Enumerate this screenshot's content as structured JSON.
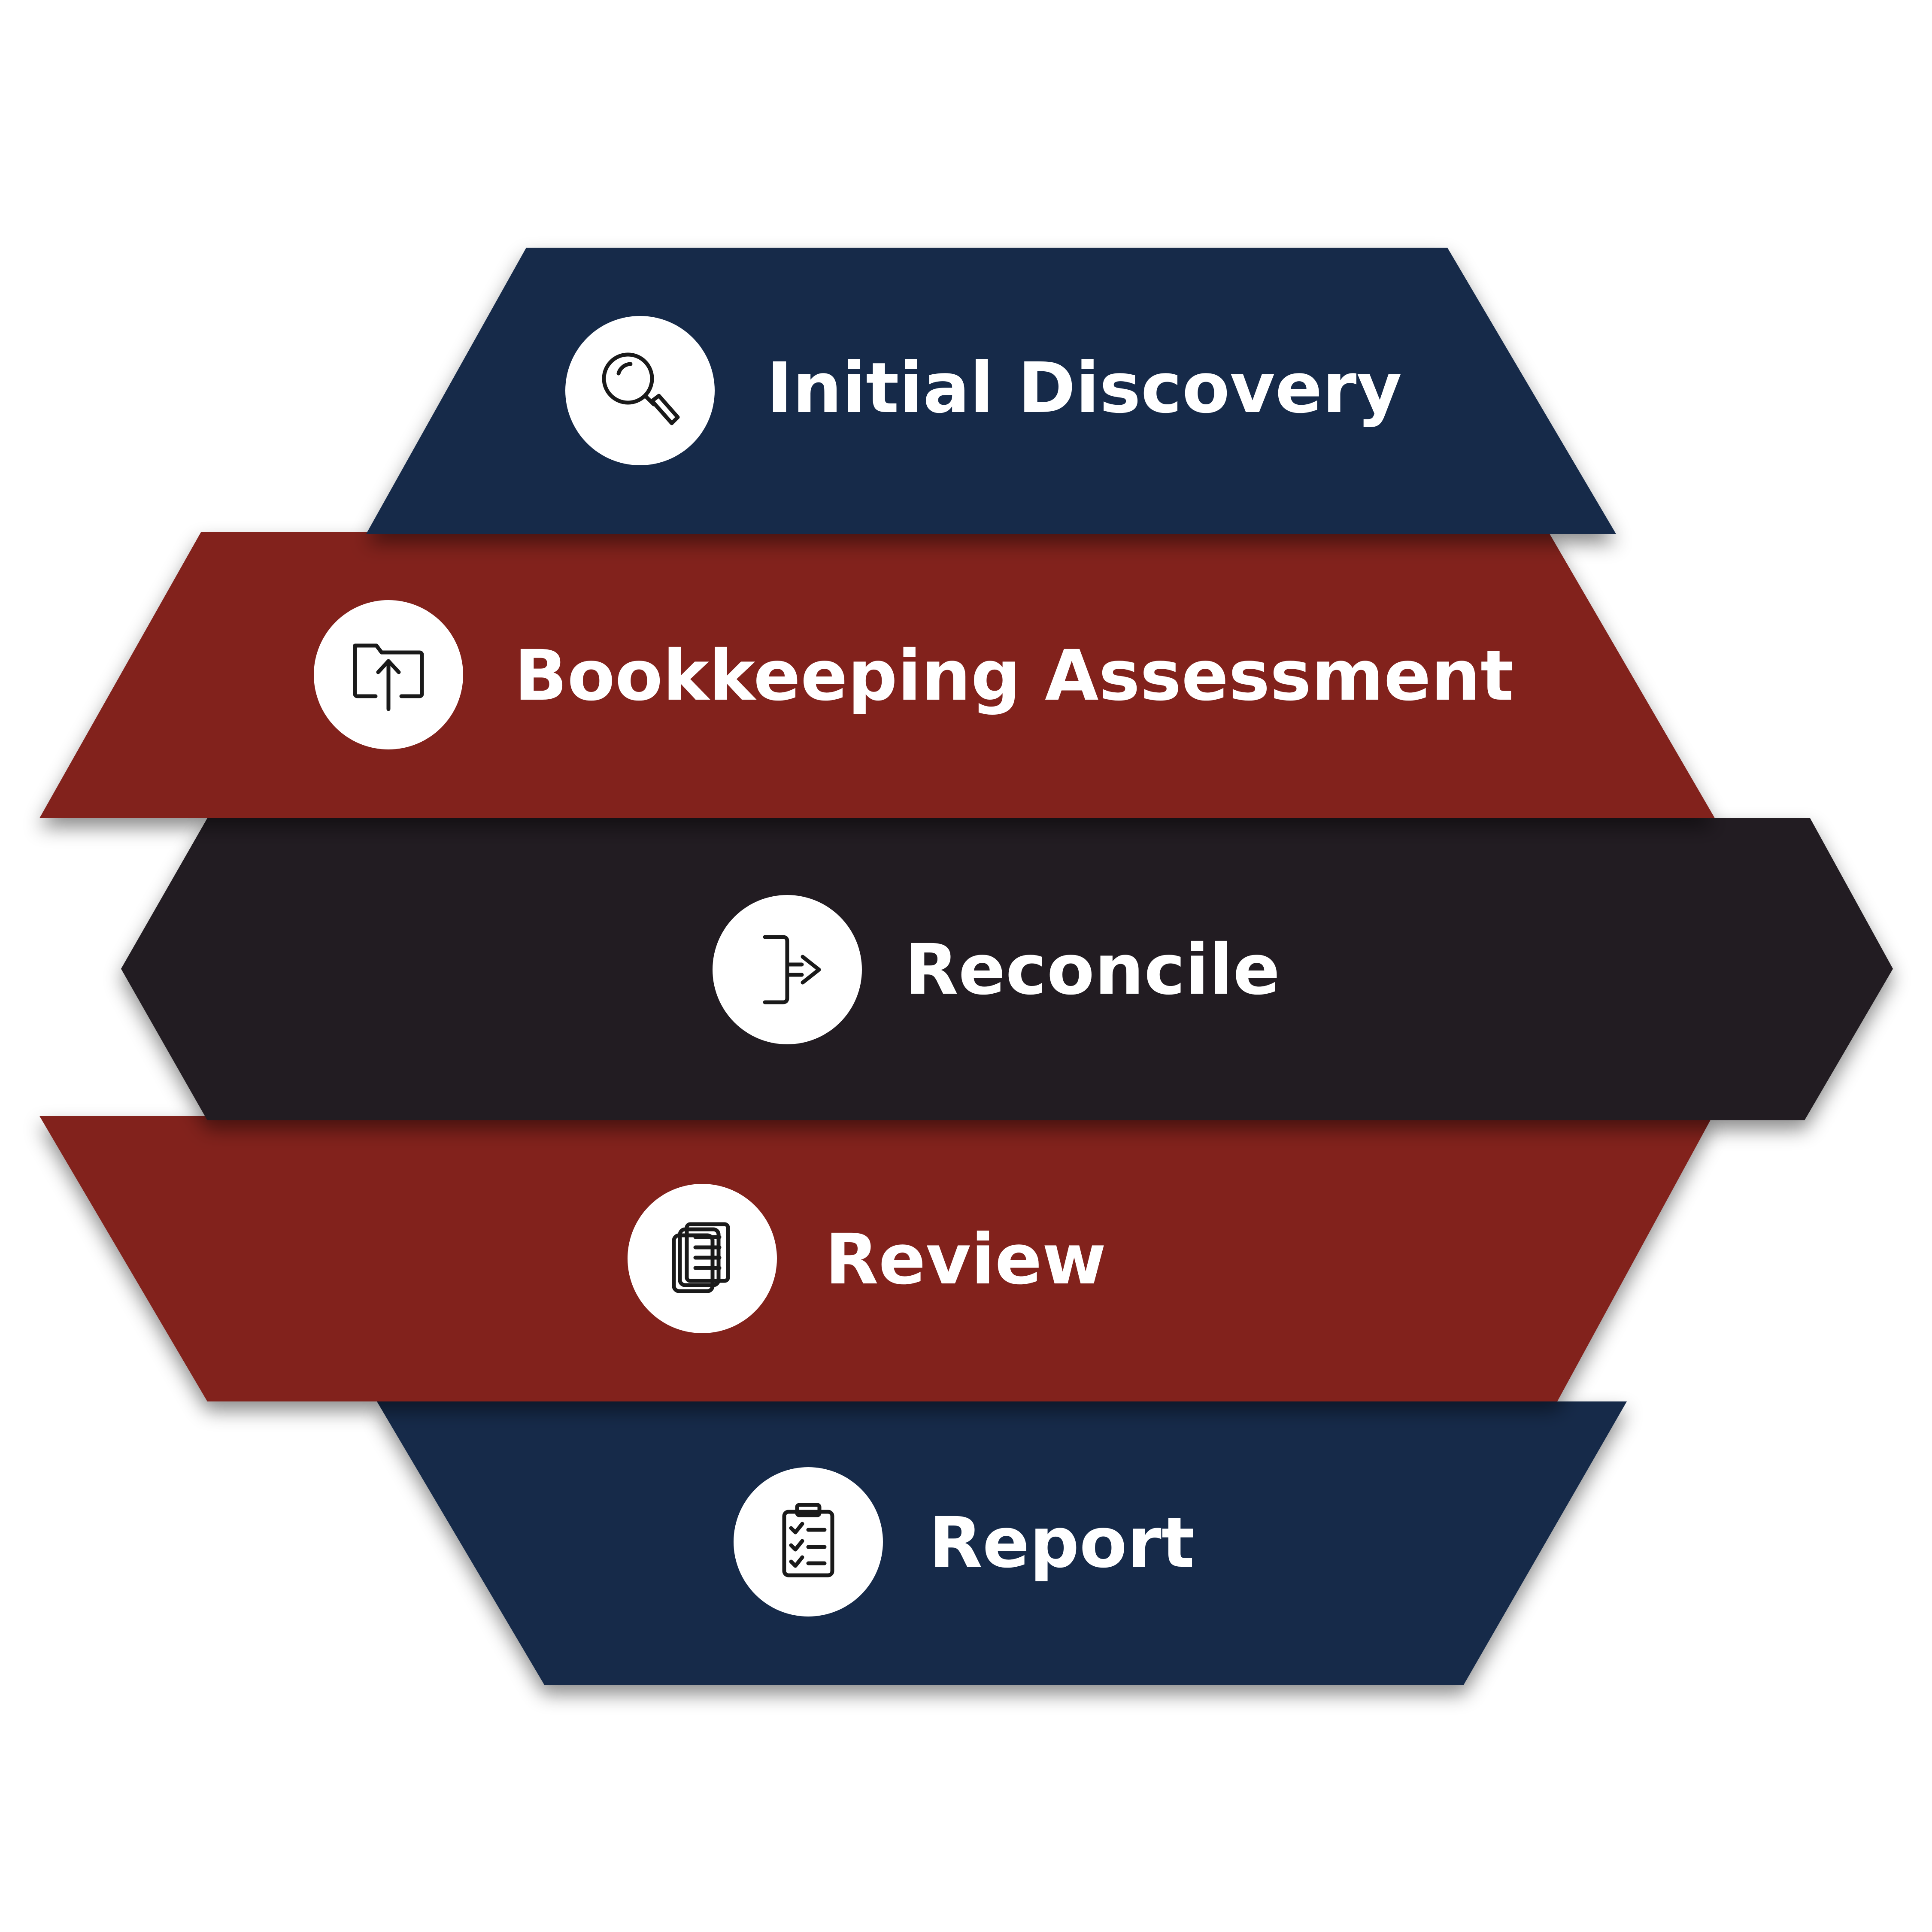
{
  "colors": {
    "navy": "#142a4a",
    "red": "#82201d",
    "black": "#231f20",
    "white": "#ffffff",
    "icon": "#1a1a1a"
  },
  "steps": [
    {
      "label": "Initial Discovery",
      "color": "navy",
      "icon": "magnifier-icon"
    },
    {
      "label": "Bookkeeping Assessment",
      "color": "red",
      "icon": "folder-upload-icon"
    },
    {
      "label": "Reconcile",
      "color": "black",
      "icon": "exit-arrow-icon"
    },
    {
      "label": "Review",
      "color": "red",
      "icon": "stacked-documents-icon"
    },
    {
      "label": "Report",
      "color": "navy",
      "icon": "checklist-clipboard-icon"
    }
  ]
}
